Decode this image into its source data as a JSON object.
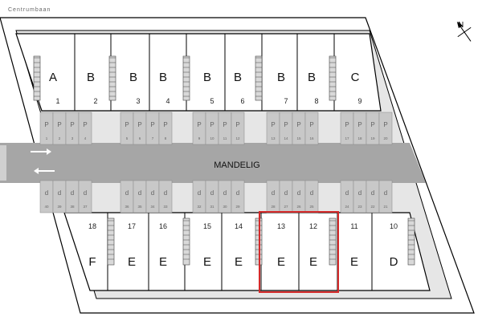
{
  "street_label": "Centrumbaan",
  "shared_area_label": "MANDELIG",
  "colors": {
    "highlight": "#d42a2a",
    "parking_fill": "#c8c8c8",
    "road_fill": "#a6a6a6",
    "site_fill": "#e6e6e6"
  },
  "icons": [
    "compass-icon",
    "entry-arrow-icon",
    "exit-arrow-icon"
  ],
  "top_row": [
    {
      "letter": "A",
      "number": "1"
    },
    {
      "letter": "B",
      "number": "2"
    },
    {
      "letter": "B",
      "number": "3"
    },
    {
      "letter": "B",
      "number": "4"
    },
    {
      "letter": "B",
      "number": "5"
    },
    {
      "letter": "B",
      "number": "6"
    },
    {
      "letter": "B",
      "number": "7"
    },
    {
      "letter": "B",
      "number": "8"
    },
    {
      "letter": "C",
      "number": "9"
    }
  ],
  "bottom_row": [
    {
      "letter": "F",
      "number": "18"
    },
    {
      "letter": "E",
      "number": "17"
    },
    {
      "letter": "E",
      "number": "16"
    },
    {
      "letter": "E",
      "number": "15"
    },
    {
      "letter": "E",
      "number": "14"
    },
    {
      "letter": "E",
      "number": "13"
    },
    {
      "letter": "E",
      "number": "12"
    },
    {
      "letter": "E",
      "number": "11"
    },
    {
      "letter": "D",
      "number": "10"
    }
  ],
  "highlighted_units": [
    "13",
    "12"
  ],
  "parking_top": [
    {
      "label": "P",
      "number": "1"
    },
    {
      "label": "P",
      "number": "2"
    },
    {
      "label": "P",
      "number": "3"
    },
    {
      "label": "P",
      "number": "4"
    },
    {
      "label": "P",
      "number": "5"
    },
    {
      "label": "P",
      "number": "6"
    },
    {
      "label": "P",
      "number": "7"
    },
    {
      "label": "P",
      "number": "8"
    },
    {
      "label": "P",
      "number": "9"
    },
    {
      "label": "P",
      "number": "10"
    },
    {
      "label": "P",
      "number": "11"
    },
    {
      "label": "P",
      "number": "12"
    },
    {
      "label": "P",
      "number": "13"
    },
    {
      "label": "P",
      "number": "14"
    },
    {
      "label": "P",
      "number": "15"
    },
    {
      "label": "P",
      "number": "16"
    },
    {
      "label": "P",
      "number": "17"
    },
    {
      "label": "P",
      "number": "18"
    },
    {
      "label": "P",
      "number": "19"
    },
    {
      "label": "P",
      "number": "20"
    }
  ],
  "parking_bottom": [
    {
      "label": "d",
      "number": "40"
    },
    {
      "label": "d",
      "number": "39"
    },
    {
      "label": "d",
      "number": "38"
    },
    {
      "label": "d",
      "number": "37"
    },
    {
      "label": "d",
      "number": "36"
    },
    {
      "label": "d",
      "number": "35"
    },
    {
      "label": "d",
      "number": "34"
    },
    {
      "label": "d",
      "number": "33"
    },
    {
      "label": "d",
      "number": "32"
    },
    {
      "label": "d",
      "number": "31"
    },
    {
      "label": "d",
      "number": "30"
    },
    {
      "label": "d",
      "number": "29"
    },
    {
      "label": "d",
      "number": "28"
    },
    {
      "label": "d",
      "number": "27"
    },
    {
      "label": "d",
      "number": "26"
    },
    {
      "label": "d",
      "number": "25"
    },
    {
      "label": "d",
      "number": "24"
    },
    {
      "label": "d",
      "number": "23"
    },
    {
      "label": "d",
      "number": "22"
    },
    {
      "label": "d",
      "number": "21"
    }
  ]
}
